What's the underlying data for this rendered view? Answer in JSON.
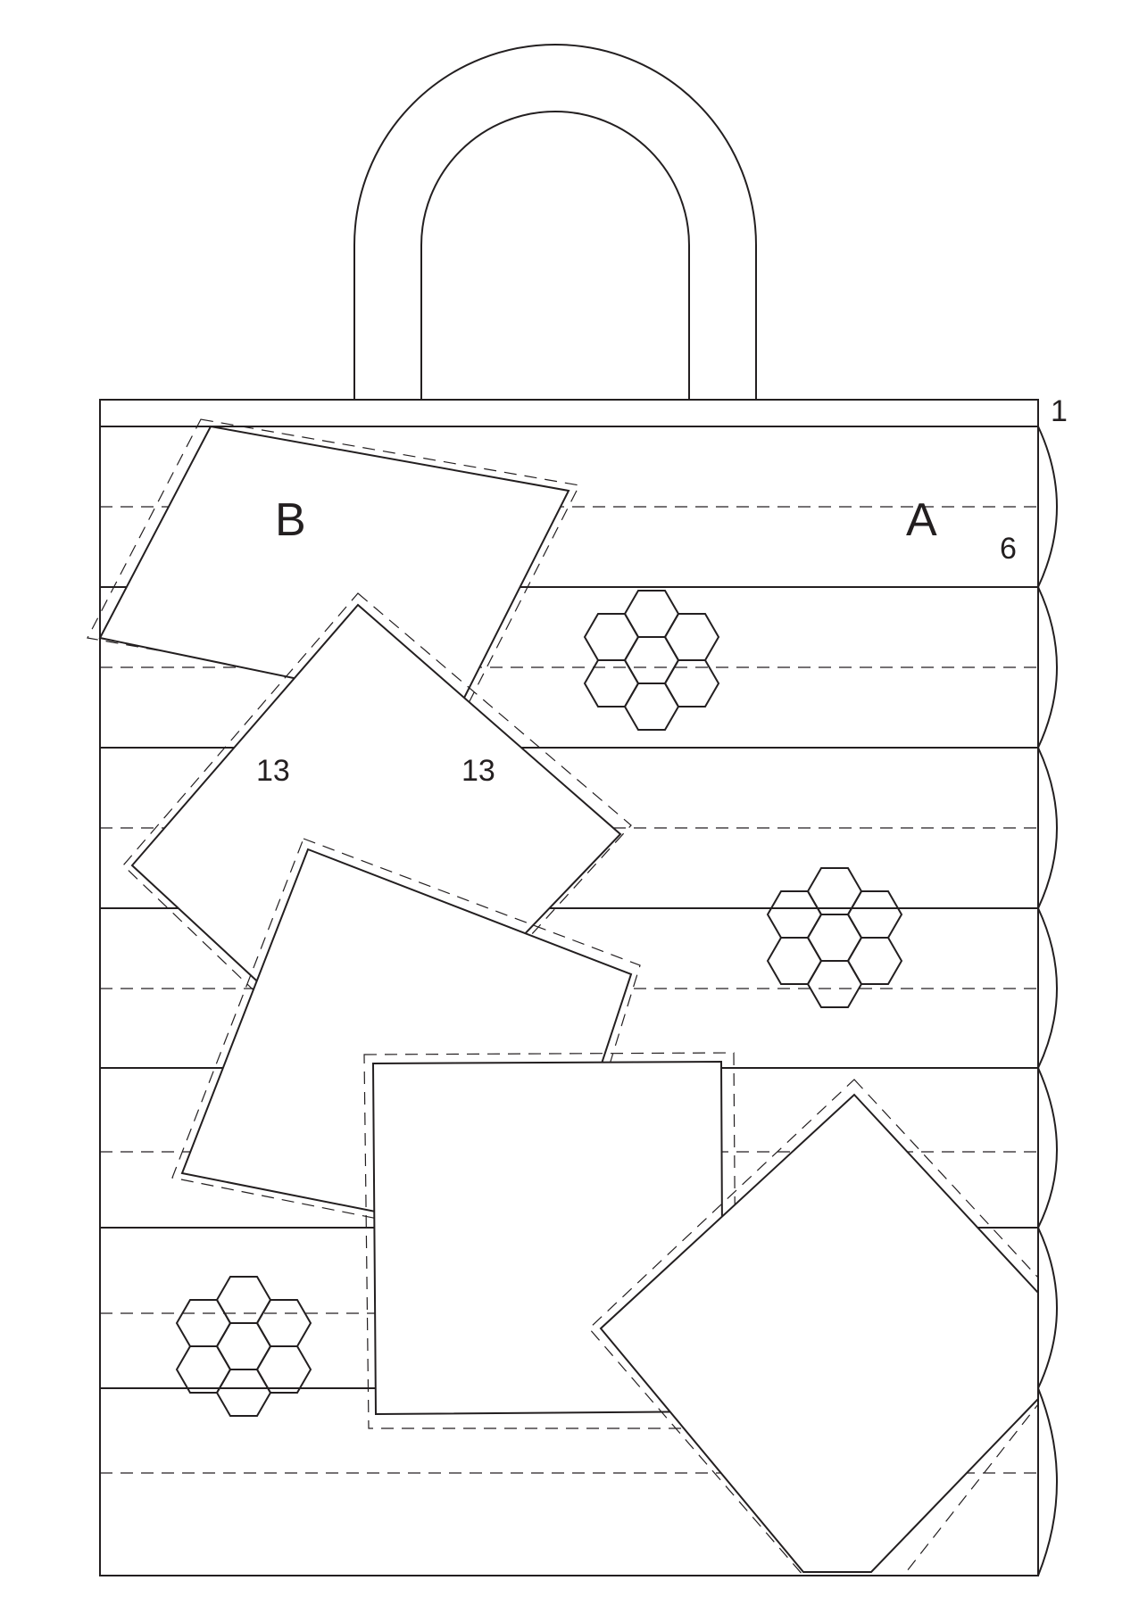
{
  "labels": {
    "a": "A",
    "b": "B",
    "band_top": "1",
    "band_height": "6",
    "square_width_left": "13",
    "square_width_right": "13"
  },
  "colors": {
    "stroke": "#231f20",
    "background": "#ffffff"
  }
}
